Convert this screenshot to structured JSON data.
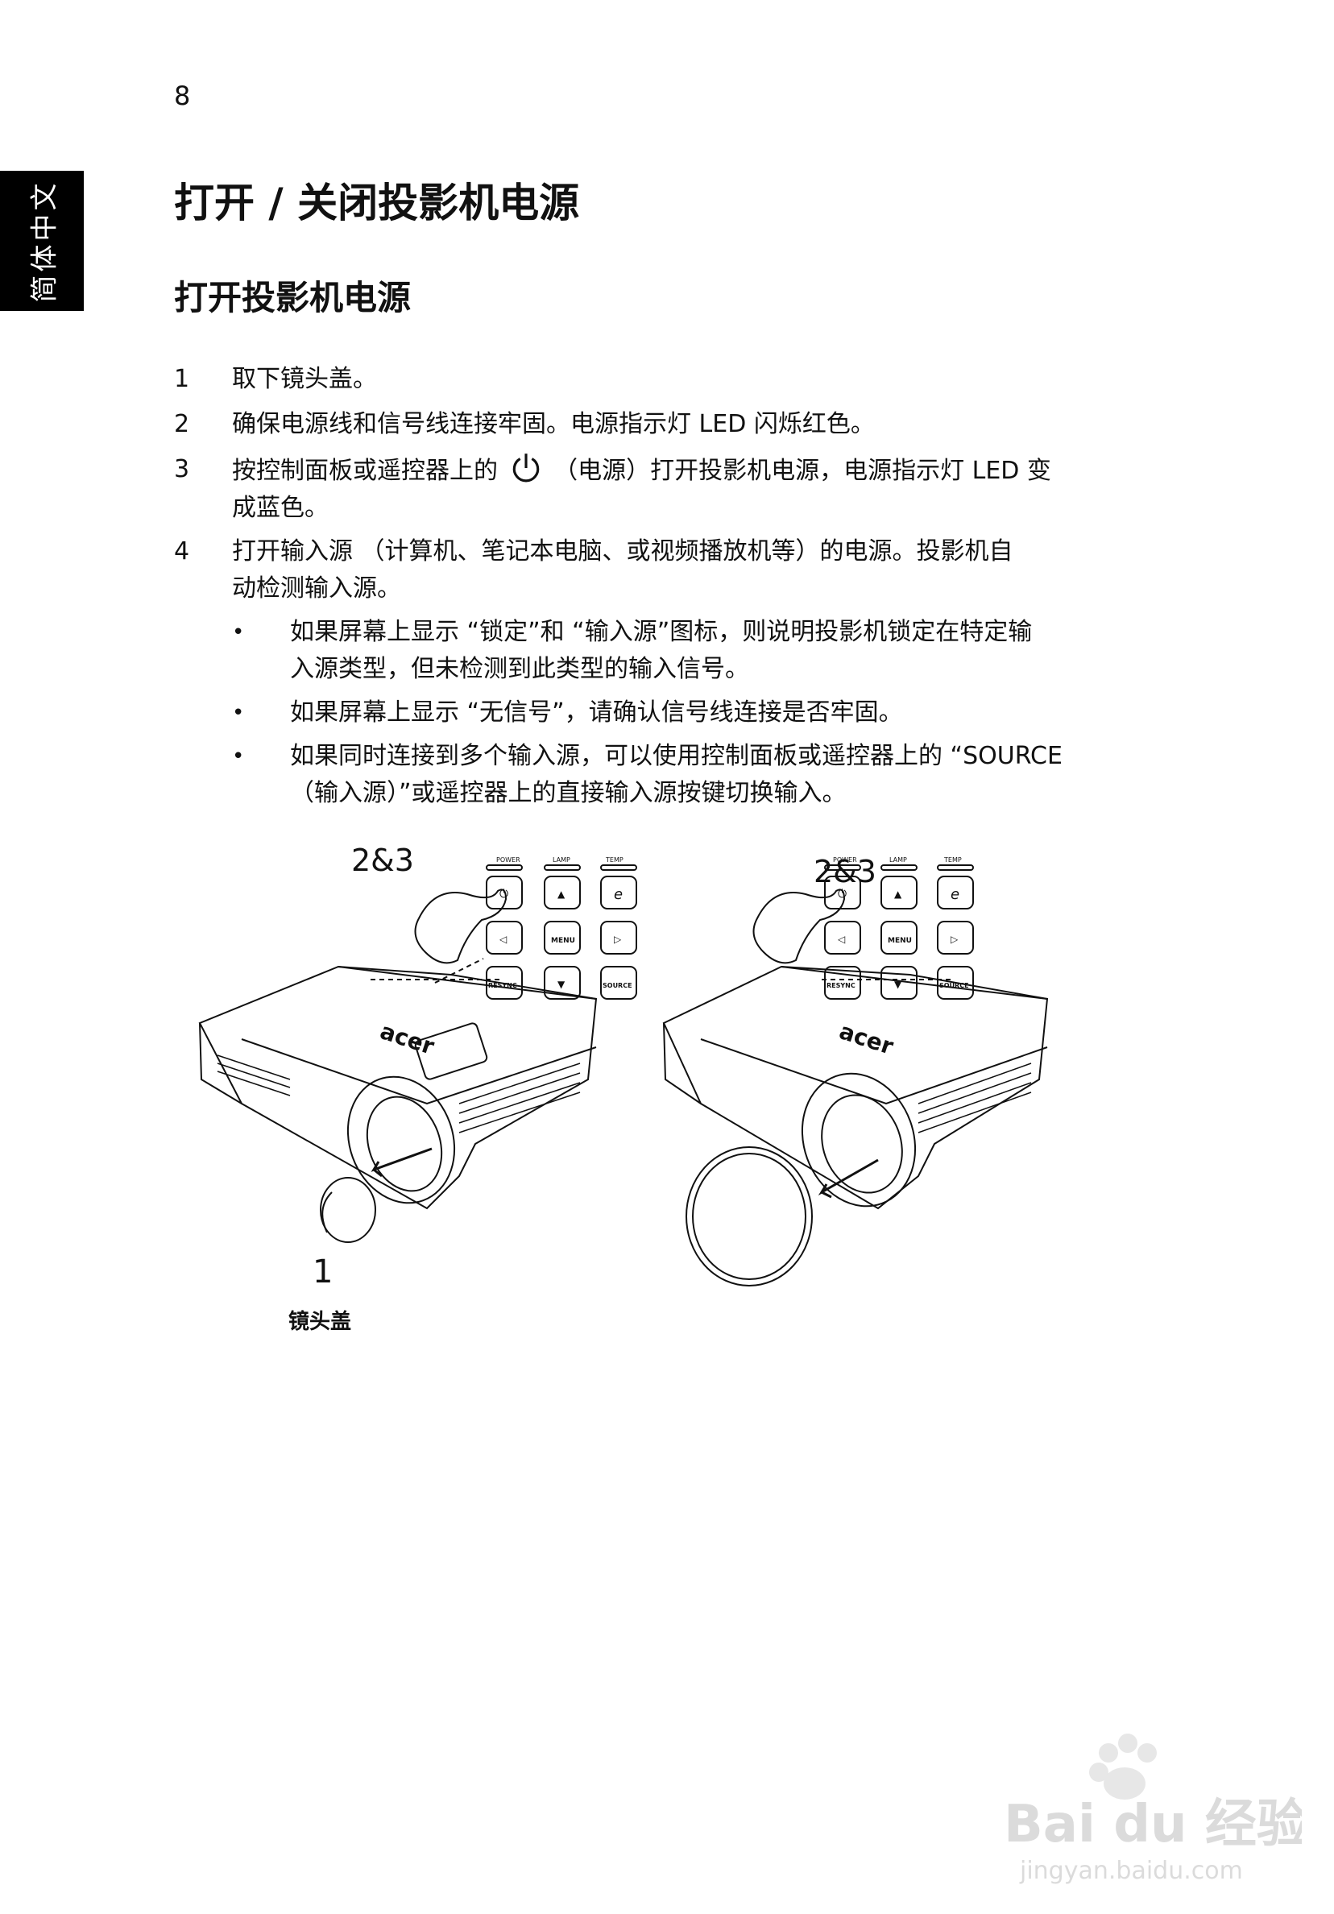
{
  "page_number": "8",
  "side_tab": "简体中文",
  "title": "打开 / 关闭投影机电源",
  "subtitle": "打开投影机电源",
  "steps": [
    {
      "num": "1",
      "text": "取下镜头盖。"
    },
    {
      "num": "2",
      "text": "确保电源线和信号线连接牢固。电源指示灯 LED 闪烁红色。"
    },
    {
      "num": "3",
      "text_before": "按控制面板或遥控器上的",
      "text_after": "（电源）打开投影机电源，电源指示灯 LED 变",
      "text_line2": "成蓝色。"
    },
    {
      "num": "4",
      "text_line1": "打开输入源 （计算机、笔记本电脑、或视频播放机等）的电源。投影机自",
      "text_line2": "动检测输入源。"
    }
  ],
  "bullets": [
    {
      "dot": "•",
      "line1": "如果屏幕上显示 “锁定”和 “输入源”图标，则说明投影机锁定在特定输",
      "line2": "入源类型，但未检测到此类型的输入信号。"
    },
    {
      "dot": "•",
      "line1": "如果屏幕上显示 “无信号”，请确认信号线连接是否牢固。",
      "line2": ""
    },
    {
      "dot": "•",
      "line1": "如果同时连接到多个输入源，可以使用控制面板或遥控器上的 “SOURCE",
      "line2": "（输入源）”或遥控器上的直接输入源按键切换输入。"
    }
  ],
  "illustration": {
    "label_left": "2&3",
    "label_right": "2&3",
    "label_step1": "1",
    "caption": "镜头盖",
    "panel": {
      "indicators": [
        "POWER",
        "LAMP",
        "TEMP"
      ],
      "buttons": [
        "⏻",
        "▲",
        "e",
        "◁",
        "MENU",
        "▷",
        "RESYNC",
        "▼",
        "SOURCE"
      ]
    },
    "brand": "acer"
  },
  "watermark": {
    "text": "Bai du 经验",
    "url_text": "jingyan.baidu.com"
  }
}
